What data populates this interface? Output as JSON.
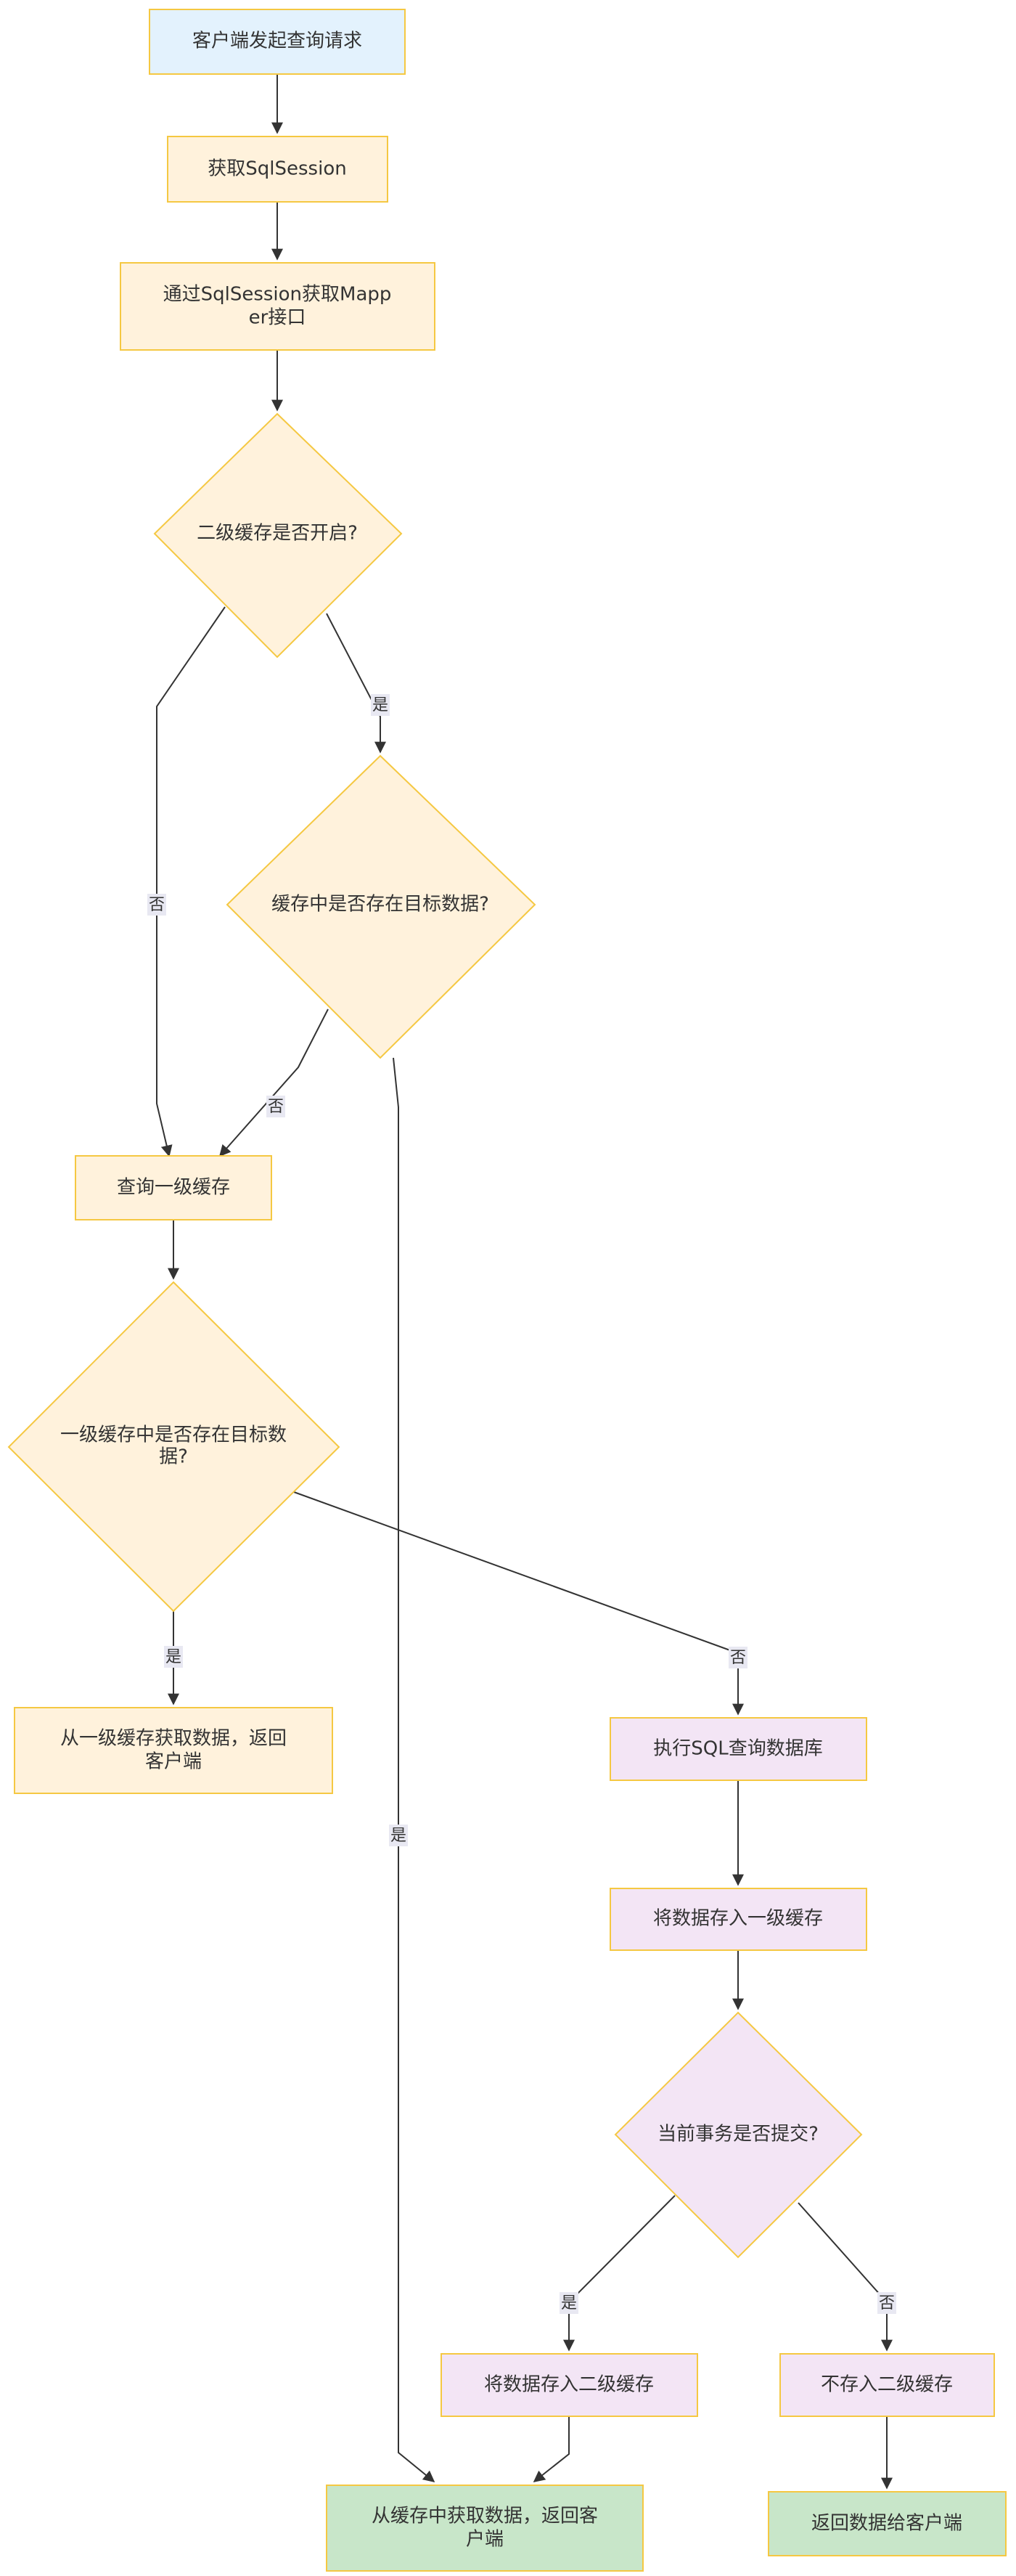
{
  "nodes": {
    "start": "客户端发起查询请求",
    "get_session": "获取SqlSession",
    "get_mapper": [
      "通过SqlSession获取Mapp",
      "er接口"
    ],
    "l2_enabled": "二级缓存是否开启?",
    "l2_has_data": "缓存中是否存在目标数据?",
    "query_l1": "查询一级缓存",
    "l1_has_data": [
      "一级缓存中是否存在目标数",
      "据?"
    ],
    "l1_return": [
      "从一级缓存获取数据，返回",
      "客户端"
    ],
    "exec_sql": "执行SQL查询数据库",
    "store_l1": "将数据存入一级缓存",
    "tx_committed": "当前事务是否提交?",
    "store_l2": "将数据存入二级缓存",
    "no_store_l2": "不存入二级缓存",
    "cache_return": [
      "从缓存中获取数据，返回客",
      "户端"
    ],
    "return_client": "返回数据给客户端"
  },
  "edge_labels": {
    "l2_no": "否",
    "l2_yes": "是",
    "l2data_no": "否",
    "l2data_yes": "是",
    "l1_yes": "是",
    "l1_no": "否",
    "tx_yes": "是",
    "tx_no": "否"
  },
  "colors": {
    "blue_fill": "#e3f2fd",
    "blue_stroke": "#f5c842",
    "yellow_fill": "#fff2dc",
    "yellow_stroke": "#f5c842",
    "purple_fill": "#f3e5f5",
    "purple_stroke": "#f5c842",
    "green_fill": "#c8e6c9",
    "green_stroke": "#f5c842",
    "edge": "#333333",
    "label_bg": "#e8e8f2"
  }
}
